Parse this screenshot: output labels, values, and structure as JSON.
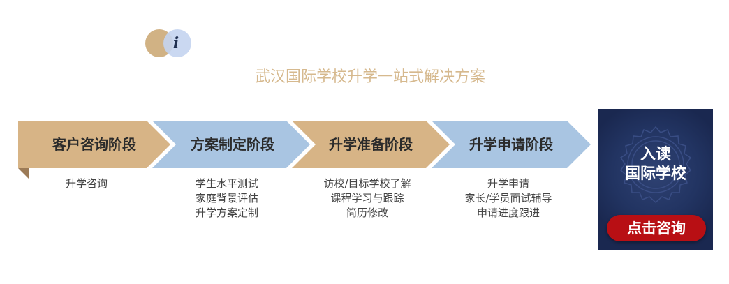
{
  "title": "武汉国际学校升学一站式解决方案",
  "logo": {
    "glyph": "i"
  },
  "colors": {
    "tan": "#d7b486",
    "blue": "#a9c5e2",
    "navy": "#1b2a52",
    "red": "#b80f14",
    "title": "#d6b98e"
  },
  "stages": [
    {
      "label": "客户咨询阶段",
      "items": [
        "升学咨询"
      ]
    },
    {
      "label": "方案制定阶段",
      "items": [
        "学生水平测试",
        "家庭背景评估",
        "升学方案定制"
      ]
    },
    {
      "label": "升学准备阶段",
      "items": [
        "访校/目标学校了解",
        "课程学习与跟踪",
        "简历修改"
      ]
    },
    {
      "label": "升学申请阶段",
      "items": [
        "升学申请",
        "家长/学员面试辅导",
        "申请进度跟进"
      ]
    }
  ],
  "cta": {
    "line1": "入读",
    "line2": "国际学校",
    "button": "点击咨询"
  }
}
